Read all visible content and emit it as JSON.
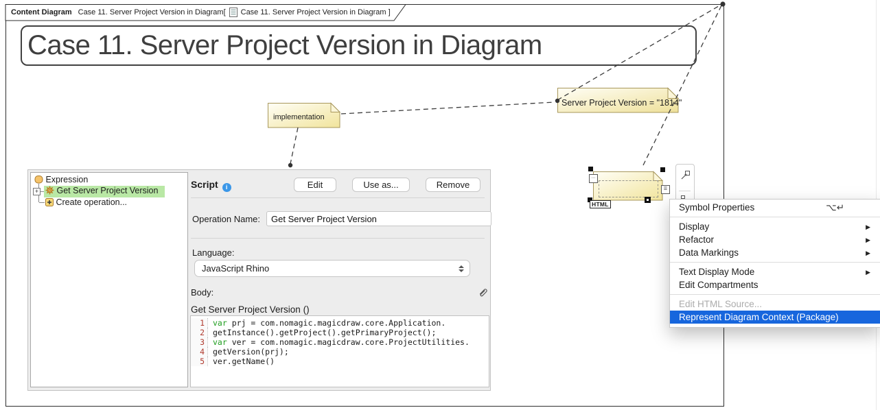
{
  "colors": {
    "menu_highlight": "#1766dd",
    "note_border": "#a7975b",
    "note_fill_light": "#fffef6",
    "note_fill_dark": "#f1e49c",
    "selection_green": "#b9e8a5",
    "keyword_green": "#1f9d1f",
    "line_number_red": "#b03a2e"
  },
  "frame_header": {
    "kind": "Content Diagram",
    "text_before_icon": "Case 11. Server Project Version in Diagram[",
    "text_after_icon": "Case 11. Server Project Version in Diagram ]"
  },
  "title_box": {
    "text": "Case 11. Server Project Version in Diagram"
  },
  "notes": {
    "implementation": "implementation",
    "server_version": "Server Project Version = \"1814\"",
    "selected_tag": "HTML"
  },
  "expression_editor": {
    "tree": {
      "root": "Expression",
      "items": [
        {
          "label": "Get Server Project Version",
          "selected": true
        },
        {
          "label": "Create operation..."
        }
      ]
    },
    "script": {
      "label": "Script",
      "buttons": [
        {
          "label": "Edit"
        },
        {
          "label": "Use as..."
        },
        {
          "label": "Remove"
        }
      ]
    },
    "operation_name": {
      "label": "Operation Name:",
      "value": "Get Server Project Version"
    },
    "language": {
      "label": "Language:",
      "value": "JavaScript Rhino"
    },
    "body": {
      "label": "Body:",
      "signature": "Get Server Project Version ()",
      "code": [
        {
          "num": "1",
          "segs": [
            {
              "c": "kw",
              "t": "var"
            },
            {
              "c": "",
              "t": " prj = com.nomagic.magicdraw.core.Application."
            }
          ]
        },
        {
          "num": "2",
          "segs": [
            {
              "c": "",
              "t": "getInstance().getProject().getPrimaryProject();"
            }
          ]
        },
        {
          "num": "3",
          "segs": [
            {
              "c": "kw",
              "t": "var"
            },
            {
              "c": "",
              "t": " ver = com.nomagic.magicdraw.core.ProjectUtilities."
            }
          ]
        },
        {
          "num": "4",
          "segs": [
            {
              "c": "",
              "t": "getVersion(prj);"
            }
          ]
        },
        {
          "num": "5",
          "segs": [
            {
              "c": "",
              "t": "ver.getName()"
            }
          ]
        }
      ]
    }
  },
  "context_menu": {
    "items": [
      {
        "label": "Symbol Properties",
        "shortcut": "⌥↵"
      },
      {
        "separator": true
      },
      {
        "label": "Display",
        "submenu": true
      },
      {
        "label": "Refactor",
        "submenu": true
      },
      {
        "label": "Data Markings",
        "submenu": true
      },
      {
        "separator": true
      },
      {
        "label": "Text Display Mode",
        "submenu": true
      },
      {
        "label": "Edit Compartments"
      },
      {
        "separator": true
      },
      {
        "label": "Edit HTML Source...",
        "disabled": true
      },
      {
        "label": "Represent Diagram Context (Package)",
        "highlighted": true
      }
    ]
  }
}
